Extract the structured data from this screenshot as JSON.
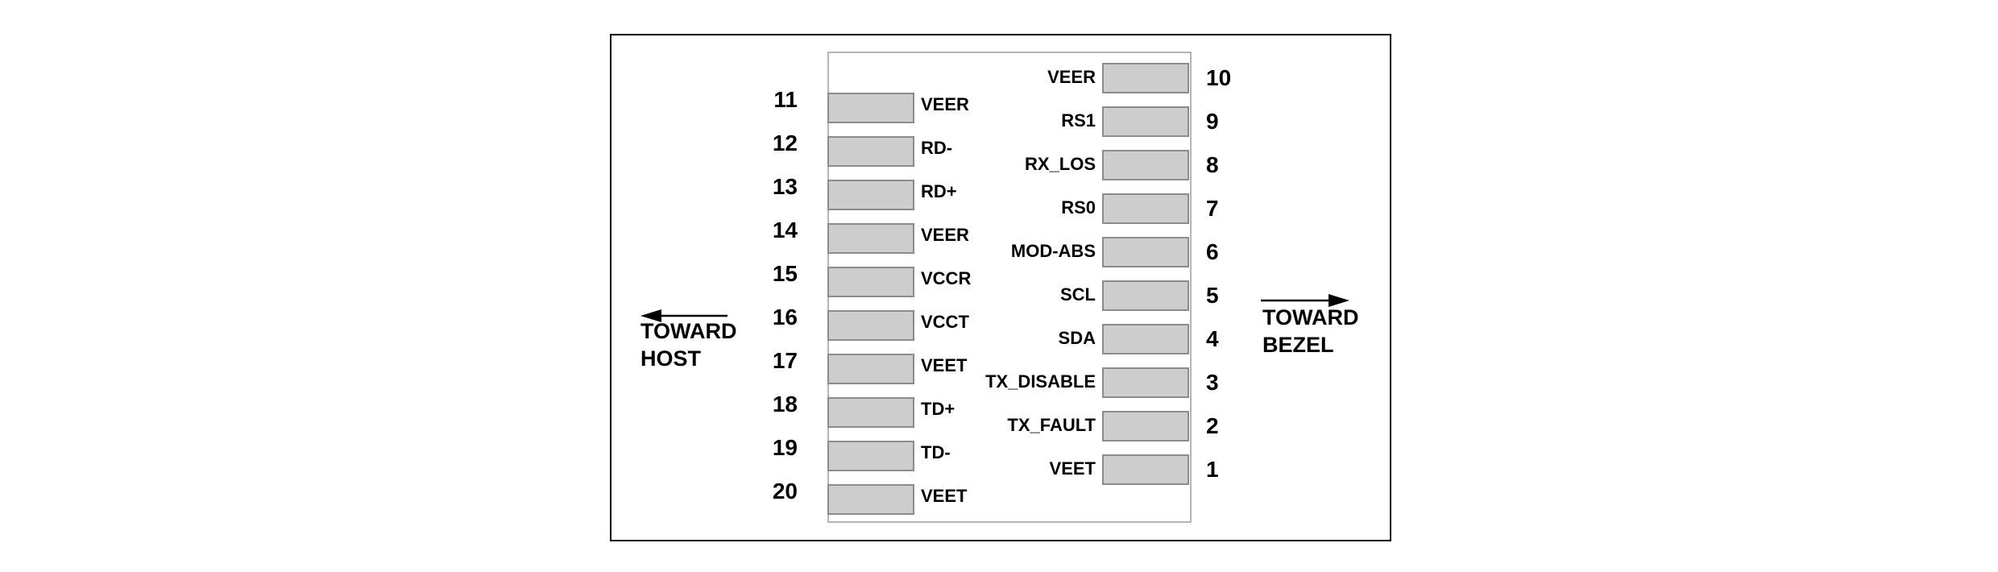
{
  "left_pins": [
    {
      "num": "11",
      "label": "VEER"
    },
    {
      "num": "12",
      "label": "RD-"
    },
    {
      "num": "13",
      "label": "RD+"
    },
    {
      "num": "14",
      "label": "VEER"
    },
    {
      "num": "15",
      "label": "VCCR"
    },
    {
      "num": "16",
      "label": "VCCT"
    },
    {
      "num": "17",
      "label": "VEET"
    },
    {
      "num": "18",
      "label": "TD+"
    },
    {
      "num": "19",
      "label": "TD-"
    },
    {
      "num": "20",
      "label": "VEET"
    }
  ],
  "right_pins": [
    {
      "num": "10",
      "label": "VEER"
    },
    {
      "num": "9",
      "label": "RS1"
    },
    {
      "num": "8",
      "label": "RX_LOS"
    },
    {
      "num": "7",
      "label": "RS0"
    },
    {
      "num": "6",
      "label": "MOD-ABS"
    },
    {
      "num": "5",
      "label": "SCL"
    },
    {
      "num": "4",
      "label": "SDA"
    },
    {
      "num": "3",
      "label": "TX_DISABLE"
    },
    {
      "num": "2",
      "label": "TX_FAULT"
    },
    {
      "num": "1",
      "label": "VEET"
    }
  ],
  "toward_host": [
    "TOWARD",
    "HOST"
  ],
  "toward_bezel": [
    "TOWARD",
    "BEZEL"
  ]
}
